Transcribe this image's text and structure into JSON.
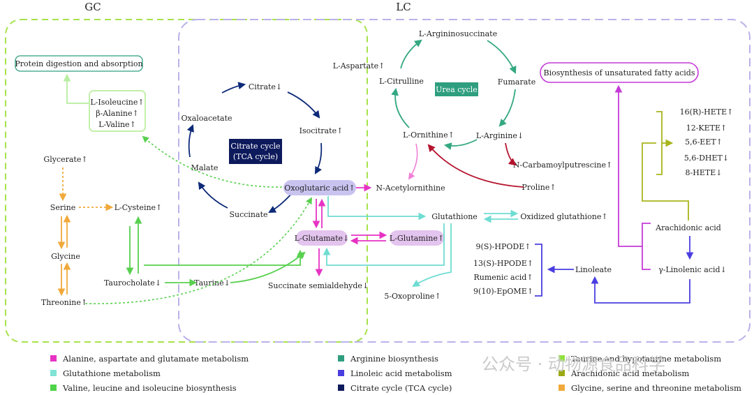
{
  "sections": {
    "gc": "GC",
    "lc": "LC"
  },
  "nodes": {
    "protein": "Protein digestion and absorption",
    "bcaa": [
      "L-Isoleucine↑",
      "β-Alanine↑",
      "L-Valine↑"
    ],
    "glycerate": "Glycerate↑",
    "serine": "Serine",
    "cysteine": "L-Cysteine↑",
    "glycine": "Glycine",
    "threonine": "Threonine↑",
    "taurocholate": "Taurocholate↓",
    "taurine": "Taurine↓",
    "citrate": "Citrate↓",
    "oxaloacetate": "Oxaloacetate",
    "isocitrate": "Isocitrate↑",
    "tca_label": [
      "Citrate cycle",
      "(TCA cycle)"
    ],
    "malate": "Malate",
    "succinate": "Succinate",
    "oxoglutaric": "Oxoglutaric acid↑",
    "glutamate": "L-Glutamate↓",
    "glutamine": "L-Glutamine↑",
    "succ_semi": "Succinate semialdehyde↓",
    "acetylornithine": "N-Acetylornithine",
    "glutathione": "Glutathione",
    "oxidized_gsh": "Oxidized glutathione↑",
    "oxoproline": "5-Oxoproline↑",
    "aspartate": "L-Aspartate↑",
    "argininosuccinate": "L-Argininosuccinate",
    "citrulline": "L-Citrulline",
    "fumarate": "Fumarate",
    "urea": "Urea cycle",
    "ornithine": "L-Ornithine↑",
    "arginine": "L-Arginine↓",
    "carbamoyl": "N-Carbamoylputrescine↑",
    "proline": "Proline↑",
    "unsat": "Biosynthesis of unsaturated fatty acids",
    "hete_list": [
      "16(R)-HETE↑",
      "12-KETE↑",
      "5,6-EET↑",
      "5,6-DHET↓",
      "8-HETE↓"
    ],
    "arachidonic": "Arachidonic acid",
    "linolenic": "γ-Linolenic acid↓",
    "linoleate": "Linoleate",
    "hpode_list": [
      "9(S)-HPODE↑",
      "13(S)-HPODE↑",
      "Rumenic acid↑",
      "9(10)-EpOME↑"
    ]
  },
  "legend": [
    {
      "label": "Alanine, aspartate and glutamate metabolism",
      "color": "#e633c4"
    },
    {
      "label": "Glutathione metabolism",
      "color": "#7fe3d6"
    },
    {
      "label": "Valine, leucine and isoleucine biosynthesis",
      "color": "#4fd34a"
    },
    {
      "label": "Arginine biosynthesis",
      "color": "#2e9e7f"
    },
    {
      "label": "Linoleic acid metabolism",
      "color": "#4a3ee0"
    },
    {
      "label": "Citrate cycle (TCA cycle)",
      "color": "#0d1a5c"
    },
    {
      "label": "Taurine and hypotaurine metabolism",
      "color": "#8fe23a"
    },
    {
      "label": "Arachidonic acid metabolism",
      "color": "#9aa916"
    },
    {
      "label": "Glycine, serine and threonine metabolism",
      "color": "#f0a93a"
    }
  ],
  "watermark": "公众号 · 动物源食品科学",
  "colors": {
    "tca": "#0d2a78",
    "urea": "#34a882",
    "ala_asp_glu": "#e633c4",
    "glutathione": "#6fdcd2",
    "bcaa": "#58d04f",
    "taurine": "#8fe23a",
    "arachidonic": "#a8b51c",
    "linoleic": "#4a3ee0",
    "gly_ser_thr": "#f0a93a",
    "proline": "#b5142e",
    "unsat": "#c43ad8"
  }
}
